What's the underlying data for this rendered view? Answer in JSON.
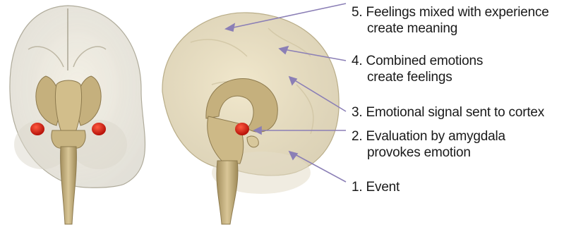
{
  "steps": [
    {
      "number": "5.",
      "line1": "Feelings mixed with experience",
      "line2": "create meaning"
    },
    {
      "number": "4.",
      "line1": "Combined emotions",
      "line2": "create feelings"
    },
    {
      "number": "3.",
      "line1": "Emotional signal sent to cortex",
      "line2": ""
    },
    {
      "number": "2.",
      "line1": "Evaluation by amygdala",
      "line2": "provokes emotion"
    },
    {
      "number": "1.",
      "line1": "Event",
      "line2": ""
    }
  ],
  "colors": {
    "arrow": "#8b7fb6",
    "brain_shell": "#d8ccaa",
    "brainstem": "#c3b07e",
    "amygdala": "#d51a10",
    "text": "#1a1a1a"
  },
  "icons": {
    "front_view": "brain-front-view-icon",
    "side_view": "brain-side-view-icon"
  }
}
